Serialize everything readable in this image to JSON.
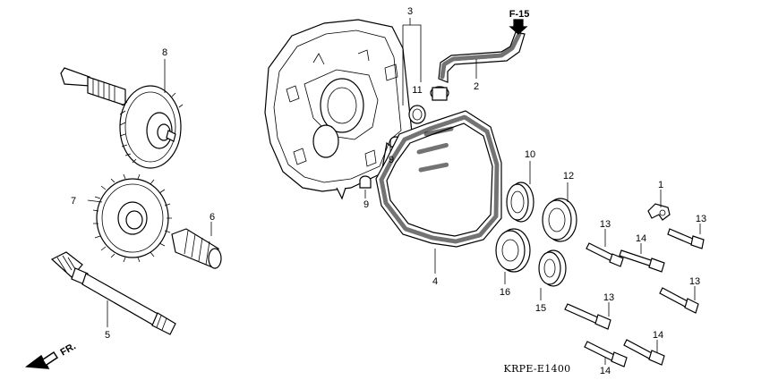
{
  "diagram": {
    "code": "KRPE-E1400",
    "direction_arrow": "FR.",
    "reference": "F-15",
    "callouts": [
      {
        "id": "c1",
        "number": "1"
      },
      {
        "id": "c2",
        "number": "2"
      },
      {
        "id": "c3",
        "number": "3"
      },
      {
        "id": "c4",
        "number": "4"
      },
      {
        "id": "c5",
        "number": "5"
      },
      {
        "id": "c6",
        "number": "6"
      },
      {
        "id": "c7",
        "number": "7"
      },
      {
        "id": "c8",
        "number": "8"
      },
      {
        "id": "c9a",
        "number": "9"
      },
      {
        "id": "c9b",
        "number": "9"
      },
      {
        "id": "c10",
        "number": "10"
      },
      {
        "id": "c11",
        "number": "11"
      },
      {
        "id": "c12",
        "number": "12"
      },
      {
        "id": "c13a",
        "number": "13"
      },
      {
        "id": "c13b",
        "number": "13"
      },
      {
        "id": "c13c",
        "number": "13"
      },
      {
        "id": "c13d",
        "number": "13"
      },
      {
        "id": "c14a",
        "number": "14"
      },
      {
        "id": "c14b",
        "number": "14"
      },
      {
        "id": "c14c",
        "number": "14"
      },
      {
        "id": "c16",
        "number": "16"
      },
      {
        "id": "c15",
        "number": "15"
      }
    ]
  }
}
